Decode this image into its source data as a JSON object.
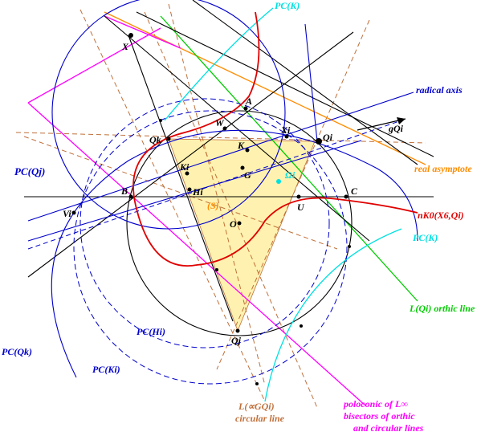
{
  "labels": {
    "pc_k_top": "PC(K)",
    "radical_axis": "radical axis",
    "gqi": "gQi",
    "pc_qj": "PC(Qj)",
    "real_asymptote": "real asymptote",
    "nk0": "nK0(X6,Qi)",
    "pc_k_right": "PC(K)",
    "orthic_line": "L(Qi) orthic line",
    "pc_hi": "PC(Hi)",
    "pc_qk": "PC(Qk)",
    "pc_ki": "PC(Ki)",
    "circular_line_1": "L(∝GQi)",
    "circular_line_2": "circular line",
    "poloconic_1": "poloconic of L∞",
    "poloconic_2": "bisectors of orthic",
    "poloconic_3": "and circular lines"
  },
  "points": {
    "X": "X",
    "A": "A",
    "W": "W",
    "Xi": "Xi",
    "Qi": "Qi",
    "Qk": "Qk",
    "K": "K",
    "Ki": "Ki",
    "G": "G",
    "Omega_i": "Ωi",
    "Hi": "Hi",
    "B": "B",
    "C": "C",
    "Vi": "Vi",
    "S": "(S)",
    "U": "U",
    "O": "O",
    "Qj": "Qj"
  },
  "colors": {
    "black": "#000000",
    "blue": "#0000cc",
    "cyan": "#00e0e0",
    "red": "#e00000",
    "orange": "#ff8c00",
    "green": "#00cc00",
    "magenta": "#ff00ff",
    "brown": "#c0703a",
    "triangle_fill": "#fff2b0"
  }
}
